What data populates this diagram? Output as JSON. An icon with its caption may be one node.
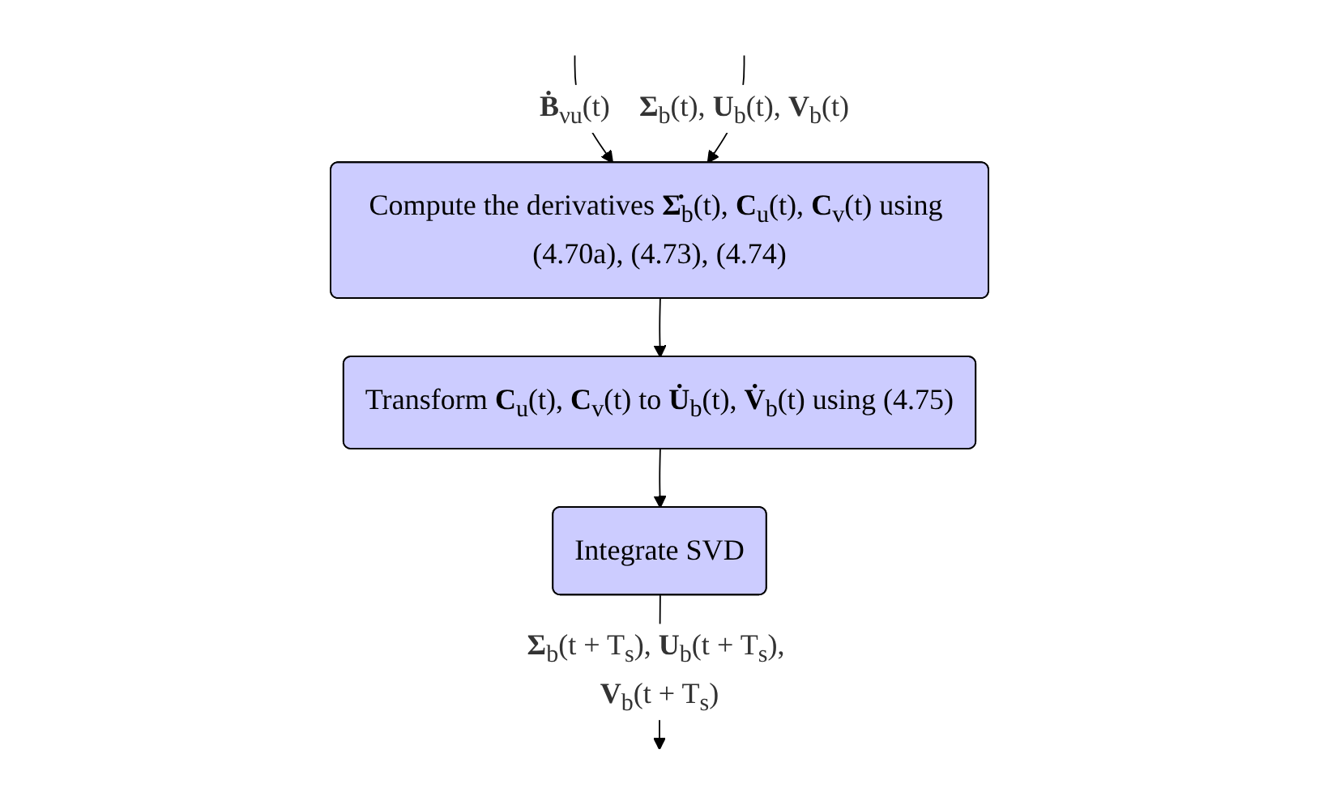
{
  "diagram": {
    "nodes": [
      {
        "text": [
          "Compute the derivatives **Σ̇**$_{b}$(t), **C**$_{u}$(t), **C**$_{v}$(t) using (4.70a), (4.73), (4.74)"
        ]
      },
      {
        "text": [
          "Transform **C**$_{u}$(t), **C**$_{v}$(t) to **U̇**$_{b}$(t), **V̇**$_{b}$(t) using (4.75)"
        ]
      },
      {
        "text": [
          "Integrate SVD"
        ]
      }
    ],
    "edges": [
      {
        "from": null,
        "to": 0,
        "arrow": "to",
        "label": "**Ḃ**$_{νu}$(t)"
      },
      {
        "from": null,
        "to": 0,
        "arrow": "to",
        "label": "**Σ**$_{b}$(t), **U**$_{b}$(t), **V**$_{b}$(t)"
      },
      {
        "from": 0,
        "to": 1,
        "arrow": "to"
      },
      {
        "from": 1,
        "to": 2,
        "arrow": "to"
      },
      {
        "from": 2,
        "to": null,
        "arrow": "to",
        "label": "**Σ**$_{b}$(t + T$_{s}$), **U**$_{b}$(t + T$_{s}$), **V**$_{b}$(t + T$_{s}$)"
      }
    ]
  }
}
